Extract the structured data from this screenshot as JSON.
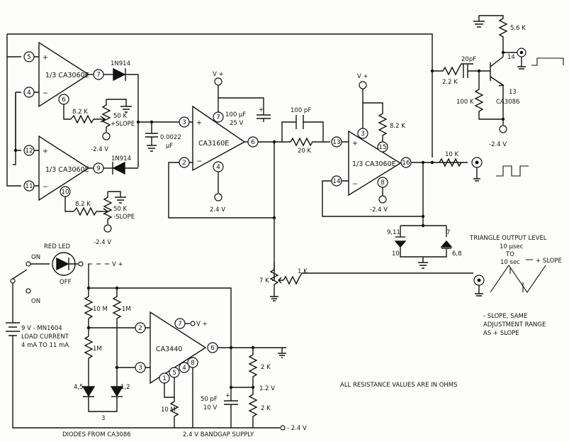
{
  "amps": {
    "u1a": {
      "label": "1/3 CA3060E",
      "pins": [
        "5",
        "4",
        "7",
        "6"
      ]
    },
    "u1b": {
      "label": "1/3 CA3060E",
      "pins": [
        "12",
        "11",
        "9",
        "10"
      ]
    },
    "u2": {
      "label": "CA3160E",
      "pins": [
        "3",
        "2",
        "6",
        "7",
        "4"
      ]
    },
    "u3": {
      "label": "1/3 CA3060E",
      "pins": [
        "13",
        "14",
        "16",
        "15",
        "3",
        "8"
      ]
    },
    "u4": {
      "label": "CA3440",
      "pins": [
        "2",
        "3",
        "6",
        "7",
        "1",
        "5",
        "4",
        "8"
      ]
    }
  },
  "components": {
    "d1": "1N914",
    "d2": "1N914",
    "r_pos_slope_a": "8.2 K",
    "pot_pos_slope": "50 K",
    "pos_slope_label": "+SLOPE",
    "r_neg_slope_a": "8.2 K",
    "pot_neg_slope": "50 K",
    "neg_slope_label": "-SLOPE",
    "cap_timing": "0.0022",
    "cap_timing_unit": "µF",
    "cap_100uf": "100 µF",
    "cap_100uf_v": "25 V",
    "cap_100pf": "100 pF",
    "r_20k": "20 K",
    "r_8k2_u3": "8.2 K",
    "r_10k": "10 K",
    "cap_20pf": "20pF",
    "r_2k2": "2.2 K",
    "r_5k6": "5.6 K",
    "r_100k": "100 K",
    "q_label": "CA3086",
    "q_pin14": "14",
    "q_pin13": "13",
    "pot_7k": "7 K",
    "r_1k": "1 K",
    "diode_pins_left_top": "9,11",
    "diode_pins_left_bot": "10",
    "diode_pins_right_top": "7",
    "diode_pins_right_bot": "6,8",
    "r_10m_a": "10 M",
    "r_1m_a": "1M",
    "r_1m_b": "1M",
    "r_2k_a": "2 K",
    "r_2k_b": "2 K",
    "r_10m_b": "10 M",
    "cap_50pf": "50 pF",
    "cap_50pf_v": "10 V",
    "v_1_2": "1.2 V",
    "diode_pins_a": "4,5",
    "diode_pins_b": "1,2",
    "diode_pin_3": "3"
  },
  "power": {
    "vplus": "V +",
    "vminus": "-2.4 V",
    "v24": "2.4 V",
    "vplus_out": "V +",
    "vminus_supply": "- 2.4 V"
  },
  "supply": {
    "led_label": "RED LED",
    "on": "ON",
    "off": "OFF",
    "on2": "ON",
    "battery": "9 V - MN1604",
    "load1": "LOAD CURRENT",
    "load2": "4 mA TO 11 mA",
    "diodes_caption": "DIODES FROM CA3086",
    "bandgap_caption": "2.4 V BANDGAP SUPPLY"
  },
  "notes": {
    "triangle_title": "TRIANGLE OUTPUT LEVEL",
    "time_min": "10 µsec",
    "to": "TO",
    "time_max": "10 sec",
    "plus_slope": "+ SLOPE",
    "neg_note_1": "- SLOPE, SAME",
    "neg_note_2": "ADJUSTMENT RANGE",
    "neg_note_3": "AS + SLOPE",
    "resistance_note": "ALL RESISTANCE VALUES ARE IN OHMS"
  }
}
